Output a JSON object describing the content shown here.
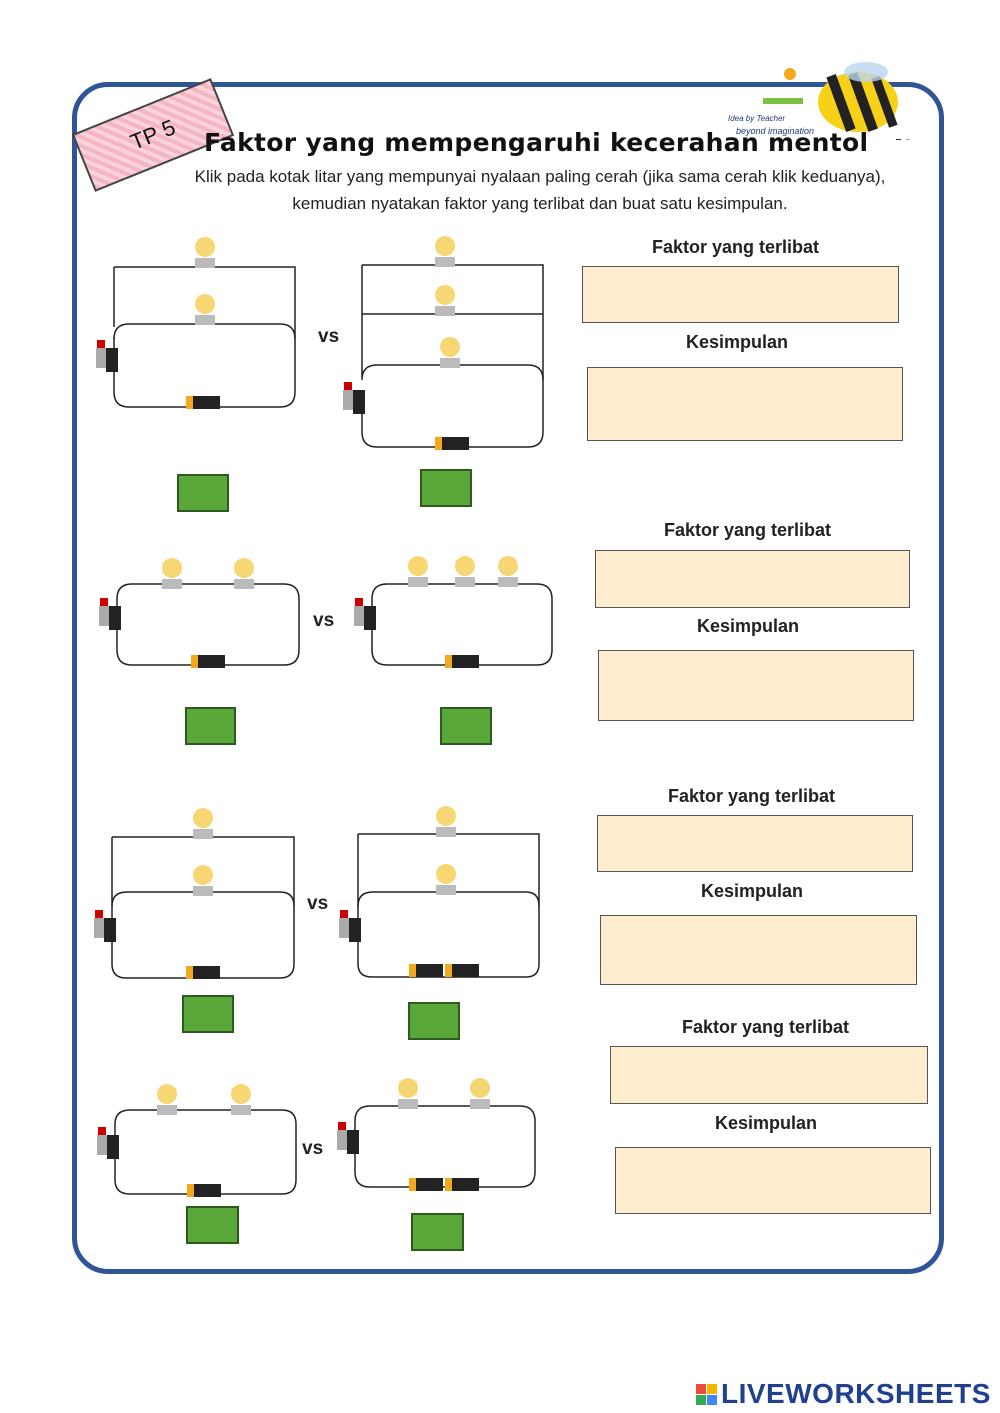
{
  "header": {
    "tag": "TP 5",
    "title": "Faktor yang mempengaruhi kecerahan mentol",
    "instruction": "Klik pada kotak litar yang mempunyai nyalaan paling cerah (jika sama cerah klik keduanya), kemudian nyatakan faktor yang terlibat dan buat satu kesimpulan.",
    "logo_line1": "Idea by Teacher",
    "logo_line2": "beyond imagination"
  },
  "labels": {
    "vs": "vs",
    "factor": "Faktor yang terlibat",
    "conclusion": "Kesimpulan"
  },
  "footer": {
    "brand": "LIVEWORKSHEETS"
  },
  "colors": {
    "frame": "#2f5597",
    "answer_box": "#fdedce",
    "click_box": "#5aa83a",
    "tag": "#f4b6c2"
  }
}
